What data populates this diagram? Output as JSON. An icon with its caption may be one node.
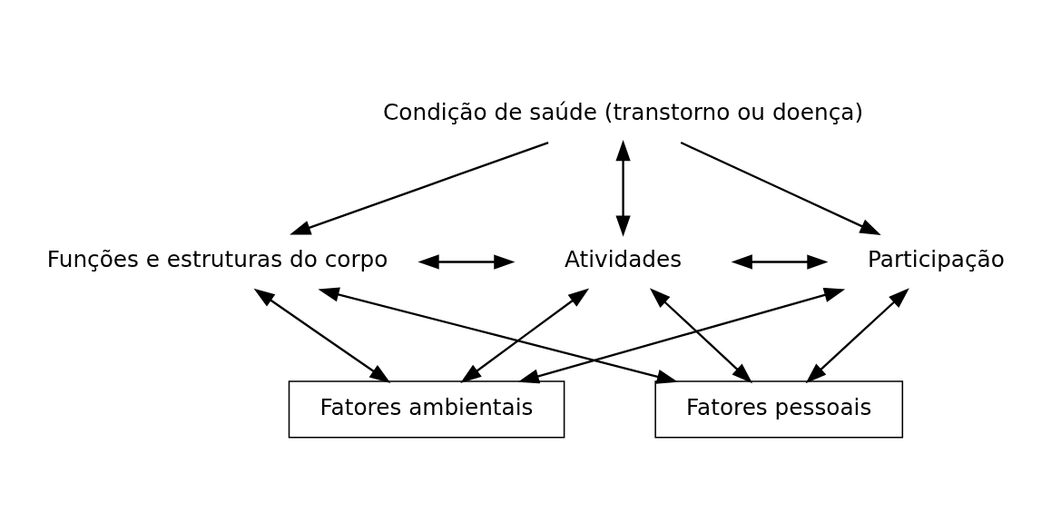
{
  "diagram": {
    "nodes": [
      {
        "text": [
          "Condição de saúde (transtorno ou doença)"
        ]
      },
      {
        "text": [
          "Funções e estruturas do corpo"
        ]
      },
      {
        "text": [
          "Atividades"
        ]
      },
      {
        "text": [
          "Participação"
        ]
      },
      {
        "text": [
          "Fatores ambientais"
        ]
      },
      {
        "text": [
          "Fatores pessoais"
        ]
      }
    ],
    "edges": [
      {
        "from": 0,
        "to": 2,
        "arrow": "both"
      },
      {
        "from": 0,
        "to": 1,
        "arrow": "to"
      },
      {
        "from": 0,
        "to": 3,
        "arrow": "to"
      },
      {
        "from": 1,
        "to": 2,
        "arrow": "both"
      },
      {
        "from": 2,
        "to": 3,
        "arrow": "both"
      },
      {
        "from": 4,
        "to": 1,
        "arrow": "both"
      },
      {
        "from": 4,
        "to": 2,
        "arrow": "both"
      },
      {
        "from": 4,
        "to": 3,
        "arrow": "both"
      },
      {
        "from": 5,
        "to": 1,
        "arrow": "both"
      },
      {
        "from": 5,
        "to": 2,
        "arrow": "both"
      },
      {
        "from": 5,
        "to": 3,
        "arrow": "both"
      }
    ]
  }
}
